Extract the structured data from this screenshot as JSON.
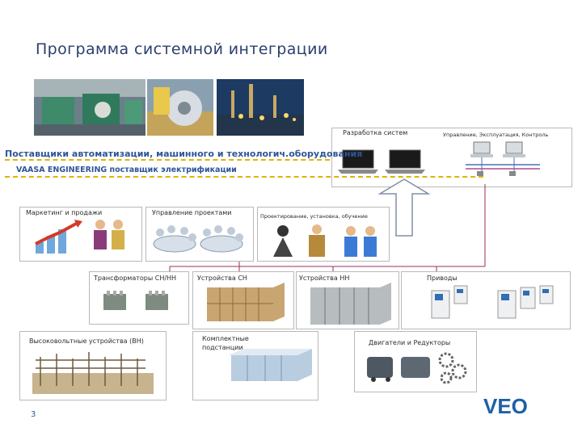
{
  "title": "Программа системной интеграции",
  "top_right": {
    "design_label": "Разработка систем",
    "operation_label": "Управление, Эксплуатация, Контроль"
  },
  "bands": {
    "suppliers": "Поставщики автоматизации, машинного и технологич.оборудования",
    "vaasa": "VAASA ENGINEERING поставщик электрификации"
  },
  "process": {
    "marketing": "Маркетинг и продажи",
    "project_mgmt": "Управление проектами",
    "design_install": "Проектирование, установка, обучение"
  },
  "equipment": {
    "transformers": "Трансформаторы СН/НН",
    "mv_devices": "Устройства СН",
    "lv_devices": "Устройства НН",
    "drives": "Приводы",
    "hv_devices": "Высоковольтные устройства (ВН)",
    "substations": "Комплектные подстанции",
    "motors": "Двигатели и Редукторы"
  },
  "logo": "VEO",
  "page_number": "3",
  "colors": {
    "title": "#2a3f6e",
    "band_text": "#2f5597",
    "dashed_line": "#e0b400",
    "connector": "#9b2c5e",
    "logo": "#1f5fa8"
  }
}
